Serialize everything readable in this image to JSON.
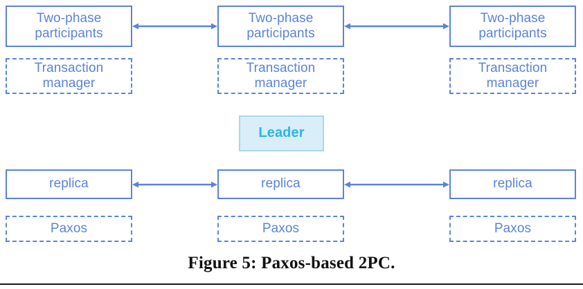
{
  "figure": {
    "caption": "Figure 5: Paxos-based 2PC.",
    "colors": {
      "node_blue": "#5a83dd",
      "leader_fill": "#d9eef9",
      "leader_border": "#a9d8ea",
      "leader_text": "#29b6e8",
      "arrow": "#5a83dd",
      "caption_text": "#111111",
      "rule": "#1a1a1a",
      "background": "#ffffff"
    }
  },
  "rows": {
    "participants": {
      "row_name": "two-phase-participants-row",
      "style": "solid",
      "nodes": [
        {
          "label": "Two-phase participants"
        },
        {
          "label": "Two-phase participants"
        },
        {
          "label": "Two-phase participants"
        }
      ]
    },
    "transaction_managers": {
      "row_name": "transaction-manager-row",
      "style": "dashed",
      "nodes": [
        {
          "label": "Transaction manager"
        },
        {
          "label": "Transaction manager"
        },
        {
          "label": "Transaction manager"
        }
      ]
    },
    "leader": {
      "row_name": "leader-row",
      "style": "filled",
      "nodes": [
        {
          "label": "Leader"
        }
      ]
    },
    "replicas": {
      "row_name": "replica-row",
      "style": "solid",
      "nodes": [
        {
          "label": "replica"
        },
        {
          "label": "replica"
        },
        {
          "label": "replica"
        }
      ]
    },
    "paxos": {
      "row_name": "paxos-row",
      "style": "dashed",
      "nodes": [
        {
          "label": "Paxos"
        },
        {
          "label": "Paxos"
        },
        {
          "label": "Paxos"
        }
      ]
    }
  },
  "connectors": [
    {
      "name": "participants-left-middle",
      "type": "double-headed-arrow"
    },
    {
      "name": "participants-middle-right",
      "type": "double-headed-arrow"
    },
    {
      "name": "replica-left-middle",
      "type": "double-headed-arrow"
    },
    {
      "name": "replica-middle-right",
      "type": "double-headed-arrow"
    }
  ]
}
